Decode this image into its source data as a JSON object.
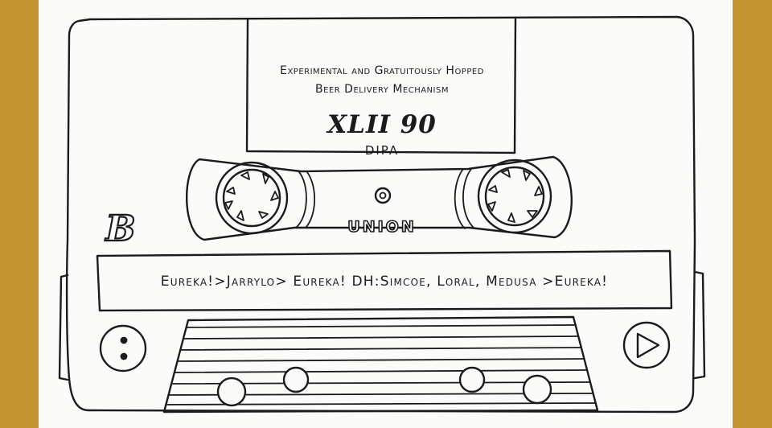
{
  "cassette": {
    "title_line1": "Experimental and Gratuitously Hopped",
    "title_line2": "Beer Delivery Mechanism",
    "model": "XLII 90",
    "style": "DIPA",
    "brand": "UNION",
    "side": "B",
    "hop_schedule": "Eureka!>Jarrylo> Eureka! DH:Simcoe, Loral, Medusa >Eureka!"
  },
  "icons": {
    "play": "play-triangle-icon",
    "dots": "two-dots-icon"
  },
  "colors": {
    "frame": "#c39530",
    "paper": "#fbfbf9",
    "ink": "#1b1b1b"
  }
}
